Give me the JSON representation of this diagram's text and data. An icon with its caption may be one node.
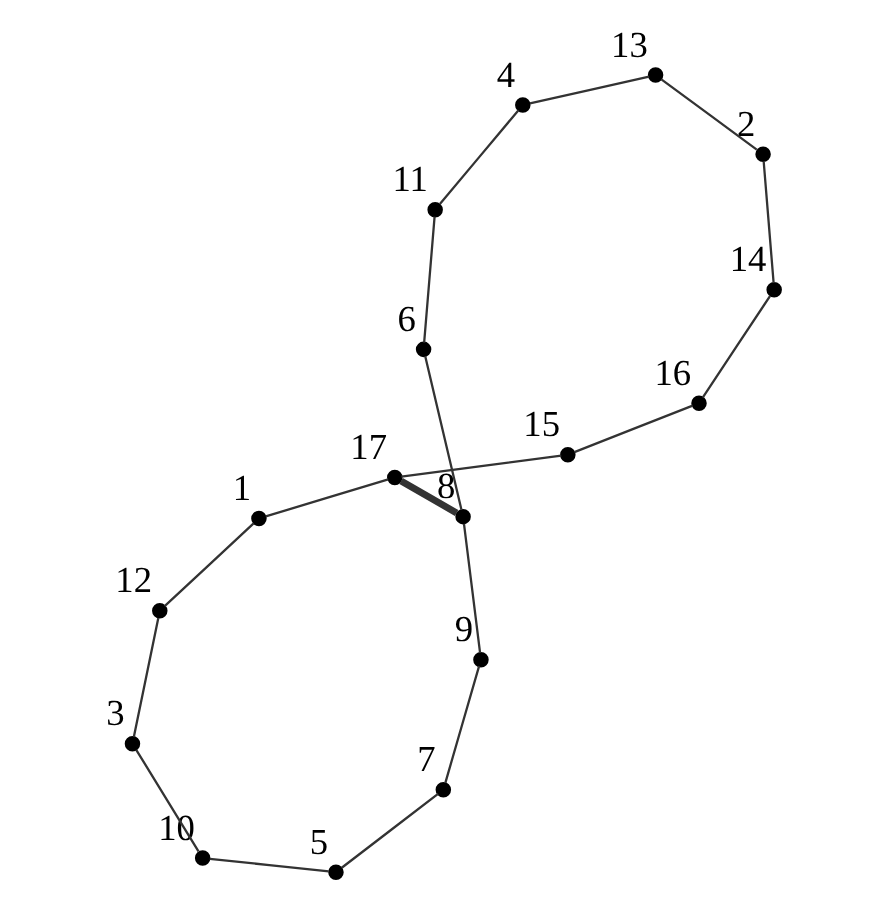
{
  "diagram": {
    "nodes": [
      {
        "text": [],
        "shape": "circle",
        "beside": [
          "1"
        ]
      },
      {
        "text": [],
        "shape": "circle",
        "beside": [
          "2"
        ]
      },
      {
        "text": [],
        "shape": "circle",
        "beside": [
          "3"
        ]
      },
      {
        "text": [],
        "shape": "circle",
        "beside": [
          "4"
        ]
      },
      {
        "text": [],
        "shape": "circle",
        "beside": [
          "5"
        ]
      },
      {
        "text": [],
        "shape": "circle",
        "beside": [
          "6"
        ]
      },
      {
        "text": [],
        "shape": "circle",
        "beside": [
          "7"
        ]
      },
      {
        "text": [],
        "shape": "circle",
        "beside": [
          "8"
        ]
      },
      {
        "text": [],
        "shape": "circle",
        "beside": [
          "9"
        ]
      },
      {
        "text": [],
        "shape": "circle",
        "beside": [
          "10"
        ]
      },
      {
        "text": [],
        "shape": "circle",
        "beside": [
          "11"
        ]
      },
      {
        "text": [],
        "shape": "circle",
        "beside": [
          "12"
        ]
      },
      {
        "text": [],
        "shape": "circle",
        "beside": [
          "13"
        ]
      },
      {
        "text": [],
        "shape": "circle",
        "beside": [
          "14"
        ]
      },
      {
        "text": [],
        "shape": "circle",
        "beside": [
          "15"
        ]
      },
      {
        "text": [],
        "shape": "circle",
        "beside": [
          "16"
        ]
      },
      {
        "text": [],
        "shape": "circle",
        "beside": [
          "17"
        ]
      }
    ],
    "edges": [
      {
        "from": 0,
        "to": 11,
        "arrow": "none"
      },
      {
        "from": 11,
        "to": 2,
        "arrow": "none"
      },
      {
        "from": 2,
        "to": 9,
        "arrow": "none"
      },
      {
        "from": 9,
        "to": 4,
        "arrow": "none"
      },
      {
        "from": 4,
        "to": 6,
        "arrow": "none"
      },
      {
        "from": 6,
        "to": 8,
        "arrow": "none"
      },
      {
        "from": 8,
        "to": 7,
        "arrow": "none"
      },
      {
        "from": 7,
        "to": 5,
        "arrow": "none"
      },
      {
        "from": 5,
        "to": 10,
        "arrow": "none"
      },
      {
        "from": 10,
        "to": 3,
        "arrow": "none"
      },
      {
        "from": 3,
        "to": 12,
        "arrow": "none"
      },
      {
        "from": 12,
        "to": 1,
        "arrow": "none"
      },
      {
        "from": 1,
        "to": 13,
        "arrow": "none"
      },
      {
        "from": 13,
        "to": 15,
        "arrow": "none"
      },
      {
        "from": 15,
        "to": 14,
        "arrow": "none"
      },
      {
        "from": 14,
        "to": 16,
        "arrow": "none"
      },
      {
        "from": 16,
        "to": 0,
        "arrow": "none"
      },
      {
        "from": 16,
        "to": 7,
        "arrow": "none",
        "style": "thick"
      }
    ]
  }
}
